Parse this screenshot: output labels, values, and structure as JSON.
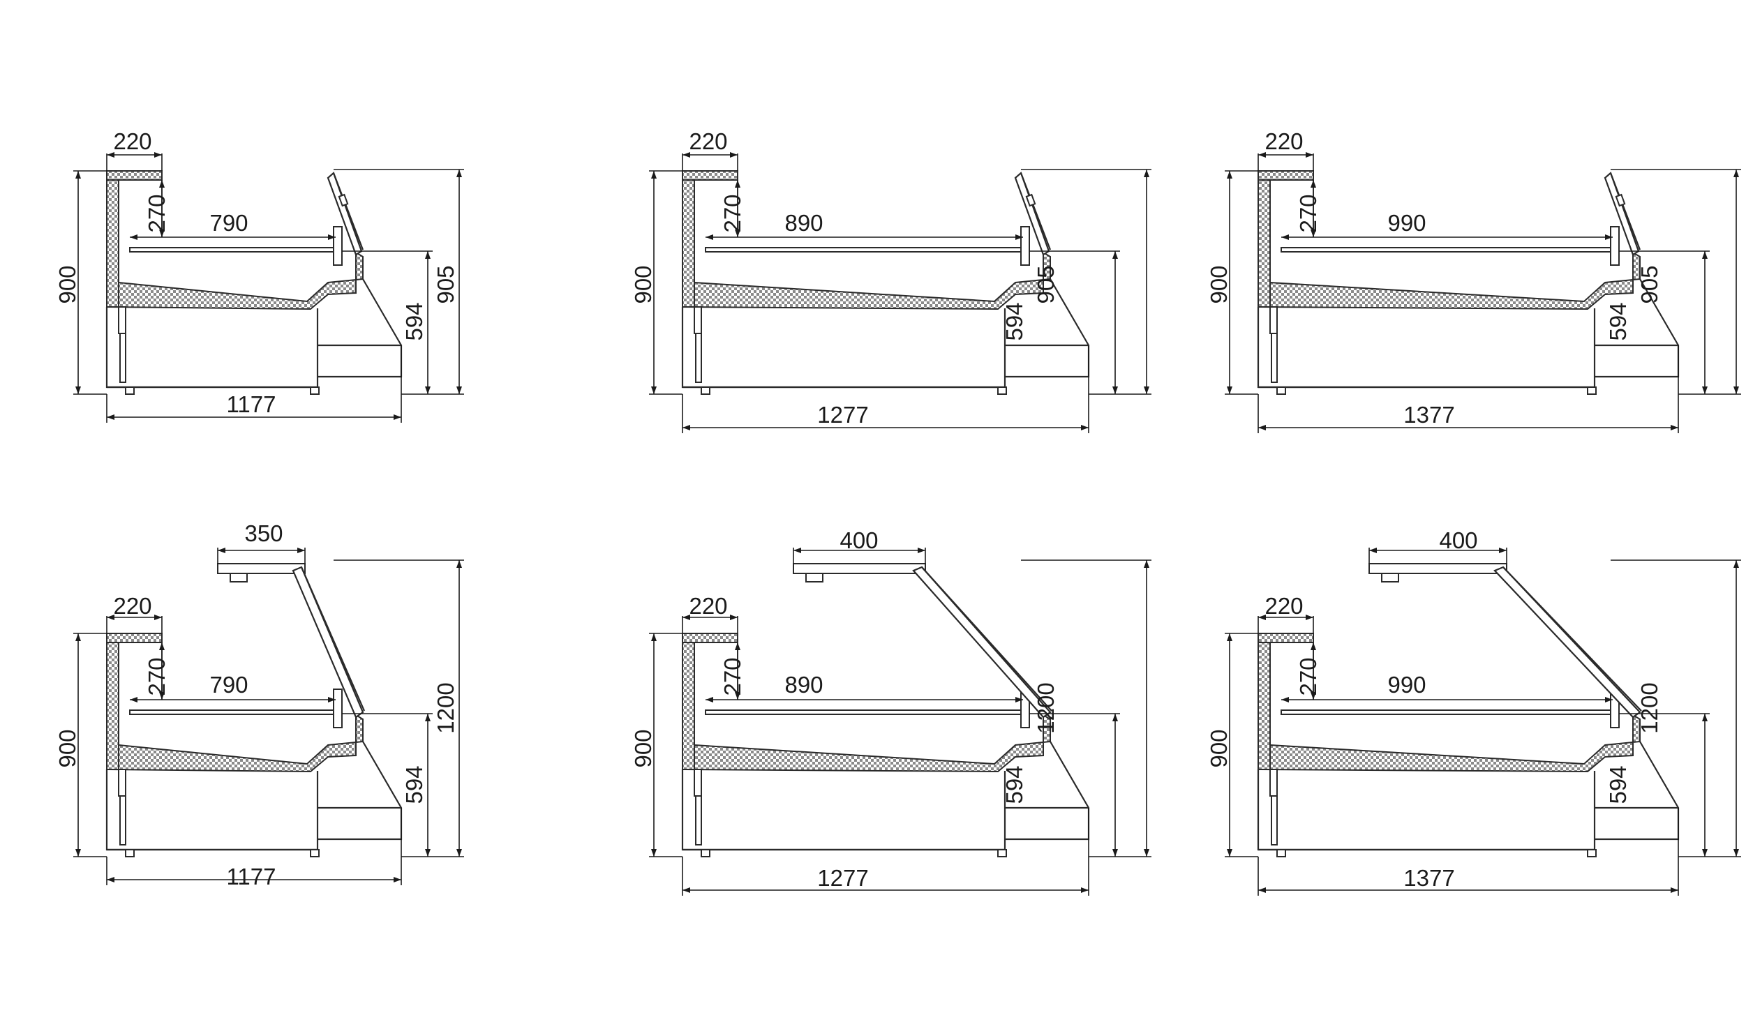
{
  "drawings": [
    {
      "id": "top-1177",
      "high_glass": false,
      "labels": {
        "canopy_depth": "",
        "top_ledge": "220",
        "ledge_drop": "270",
        "shelf_depth": "790",
        "left_height": "900",
        "front_height": "594",
        "total_height": "905",
        "total_width": "1177"
      }
    },
    {
      "id": "top-1277",
      "high_glass": false,
      "labels": {
        "canopy_depth": "",
        "top_ledge": "220",
        "ledge_drop": "270",
        "shelf_depth": "890",
        "left_height": "900",
        "front_height": "594",
        "total_height": "905",
        "total_width": "1277"
      }
    },
    {
      "id": "top-1377",
      "high_glass": false,
      "labels": {
        "canopy_depth": "",
        "top_ledge": "220",
        "ledge_drop": "270",
        "shelf_depth": "990",
        "left_height": "900",
        "front_height": "594",
        "total_height": "905",
        "total_width": "1377"
      }
    },
    {
      "id": "bottom-1177",
      "high_glass": true,
      "labels": {
        "canopy_depth": "350",
        "top_ledge": "220",
        "ledge_drop": "270",
        "shelf_depth": "790",
        "left_height": "900",
        "front_height": "594",
        "total_height": "1200",
        "total_width": "1177"
      }
    },
    {
      "id": "bottom-1277",
      "high_glass": true,
      "labels": {
        "canopy_depth": "400",
        "top_ledge": "220",
        "ledge_drop": "270",
        "shelf_depth": "890",
        "left_height": "900",
        "front_height": "594",
        "total_height": "1200",
        "total_width": "1277"
      }
    },
    {
      "id": "bottom-1377",
      "high_glass": true,
      "labels": {
        "canopy_depth": "400",
        "top_ledge": "220",
        "ledge_drop": "270",
        "shelf_depth": "990",
        "left_height": "900",
        "front_height": "594",
        "total_height": "1200",
        "total_width": "1377"
      }
    }
  ],
  "colors": {
    "line": "#1a1a1a",
    "insulation_fill": "#c8c8c8"
  }
}
